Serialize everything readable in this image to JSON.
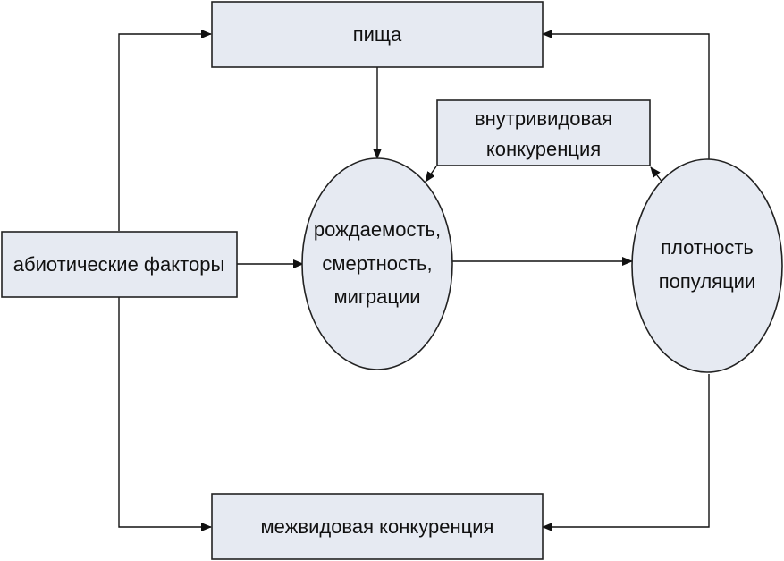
{
  "nodes": {
    "food": {
      "label": "пища"
    },
    "intraspecific": {
      "line1": "внутривидовая",
      "line2": "конкуренция"
    },
    "abiotic": {
      "label": "абиотические факторы"
    },
    "vital_rates": {
      "line1": "рождаемость,",
      "line2": "смертность,",
      "line3": "миграции"
    },
    "density": {
      "line1": "плотность",
      "line2": "популяции"
    },
    "interspecific": {
      "label": "межвидовая конкуренция"
    }
  },
  "colors": {
    "fill": "#e6eaf2",
    "stroke": "#222222"
  }
}
